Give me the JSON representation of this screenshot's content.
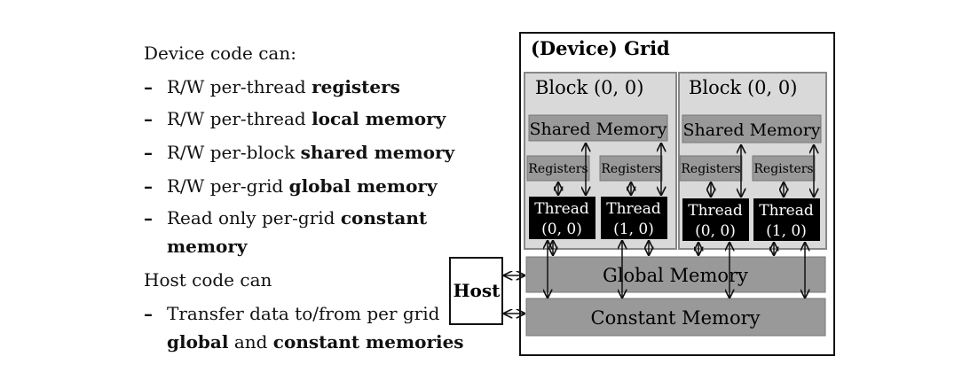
{
  "left_text": {
    "device_heading": "Device code can:",
    "device_items": [
      {
        "pre": "R/W per-thread ",
        "bold": "registers"
      },
      {
        "pre": "R/W per-thread ",
        "bold": "local memory"
      },
      {
        "pre": "R/W per-block ",
        "bold": "shared memory"
      },
      {
        "pre": "R/W per-grid ",
        "bold": "global memory"
      },
      {
        "pre": "Read only per-grid ",
        "bold": "constant",
        "line2_bold": "memory"
      }
    ],
    "host_heading": "Host code can",
    "host_item": {
      "line1": "Transfer data to/from per grid",
      "line2_bold_a": "global",
      "line2_mid": " and ",
      "line2_bold_b": "constant memories"
    },
    "dash": "–"
  },
  "diagram": {
    "grid_title": "(Device) Grid",
    "blocks": [
      {
        "title": "Block (0, 0)",
        "shared": "Shared Memory",
        "registers": [
          "Registers",
          "Registers"
        ],
        "threads": [
          {
            "l1": "Thread",
            "l2": "(0, 0)"
          },
          {
            "l1": "Thread",
            "l2": "(1, 0)"
          }
        ]
      },
      {
        "title": "Block (0, 0)",
        "shared": "Shared Memory",
        "registers": [
          "Registers",
          "Registers"
        ],
        "threads": [
          {
            "l1": "Thread",
            "l2": "(0, 0)"
          },
          {
            "l1": "Thread",
            "l2": "(1, 0)"
          }
        ]
      }
    ],
    "global_memory": "Global Memory",
    "constant_memory": "Constant Memory",
    "host": "Host"
  }
}
